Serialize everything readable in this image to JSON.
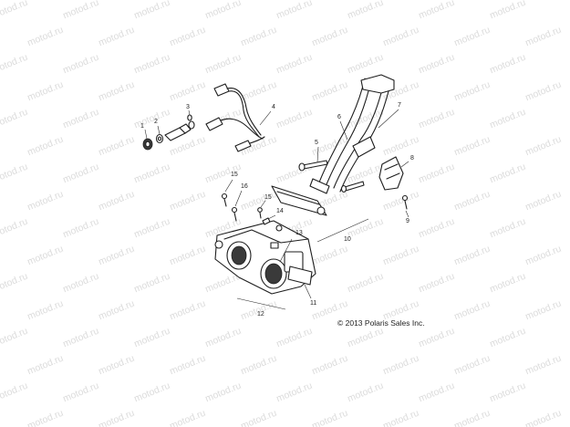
{
  "watermark": "motod.ru",
  "copyright": "© 2013 Polaris Sales Inc.",
  "callouts": [
    "1",
    "2",
    "3",
    "4",
    "5",
    "6",
    "7",
    "8",
    "9",
    "10",
    "11",
    "12",
    "13",
    "14",
    "15",
    "15",
    "16"
  ]
}
